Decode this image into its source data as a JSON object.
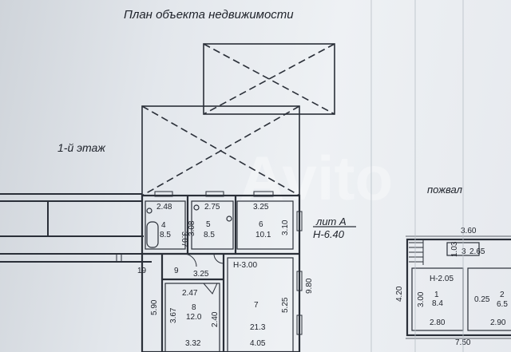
{
  "title": "План объекта недвижимости",
  "floor_label": "1-й этаж",
  "basement_label": "пожвал",
  "lit_label": "лит А",
  "height_label": "Н-6.40",
  "rooms": [
    {
      "num": "4",
      "area": "8.5",
      "w": "2.48",
      "h": "3.07"
    },
    {
      "num": "5",
      "area": "8.5",
      "w": "2.75",
      "h": "3.08"
    },
    {
      "num": "6",
      "area": "10.1",
      "w": "3.25",
      "h": "3.10"
    },
    {
      "num": "7",
      "area": "21.3",
      "ceiling": "Н-3.00",
      "w": "4.05",
      "h": "5.25"
    },
    {
      "num": "8",
      "area": "12.0",
      "w": "3.32",
      "h": "3.67"
    },
    {
      "num": "1",
      "area": "8.4",
      "ceiling": "Н-2.05",
      "w": "2.80",
      "h": "3.00"
    },
    {
      "num": "2",
      "area": "6.5",
      "w": "2.90",
      "h": "0.25"
    },
    {
      "num": "3",
      "area": "",
      "w": "2.65",
      "h": "1.03"
    }
  ],
  "dims": {
    "d19": "19",
    "d9": "9",
    "d325": "3.25",
    "d247": "2.47",
    "d240": "2.40",
    "d590": "5.90",
    "d980": "9.80",
    "d360": "3.60",
    "d420": "4.20",
    "d750": "7.50"
  },
  "watermark": "Avito"
}
